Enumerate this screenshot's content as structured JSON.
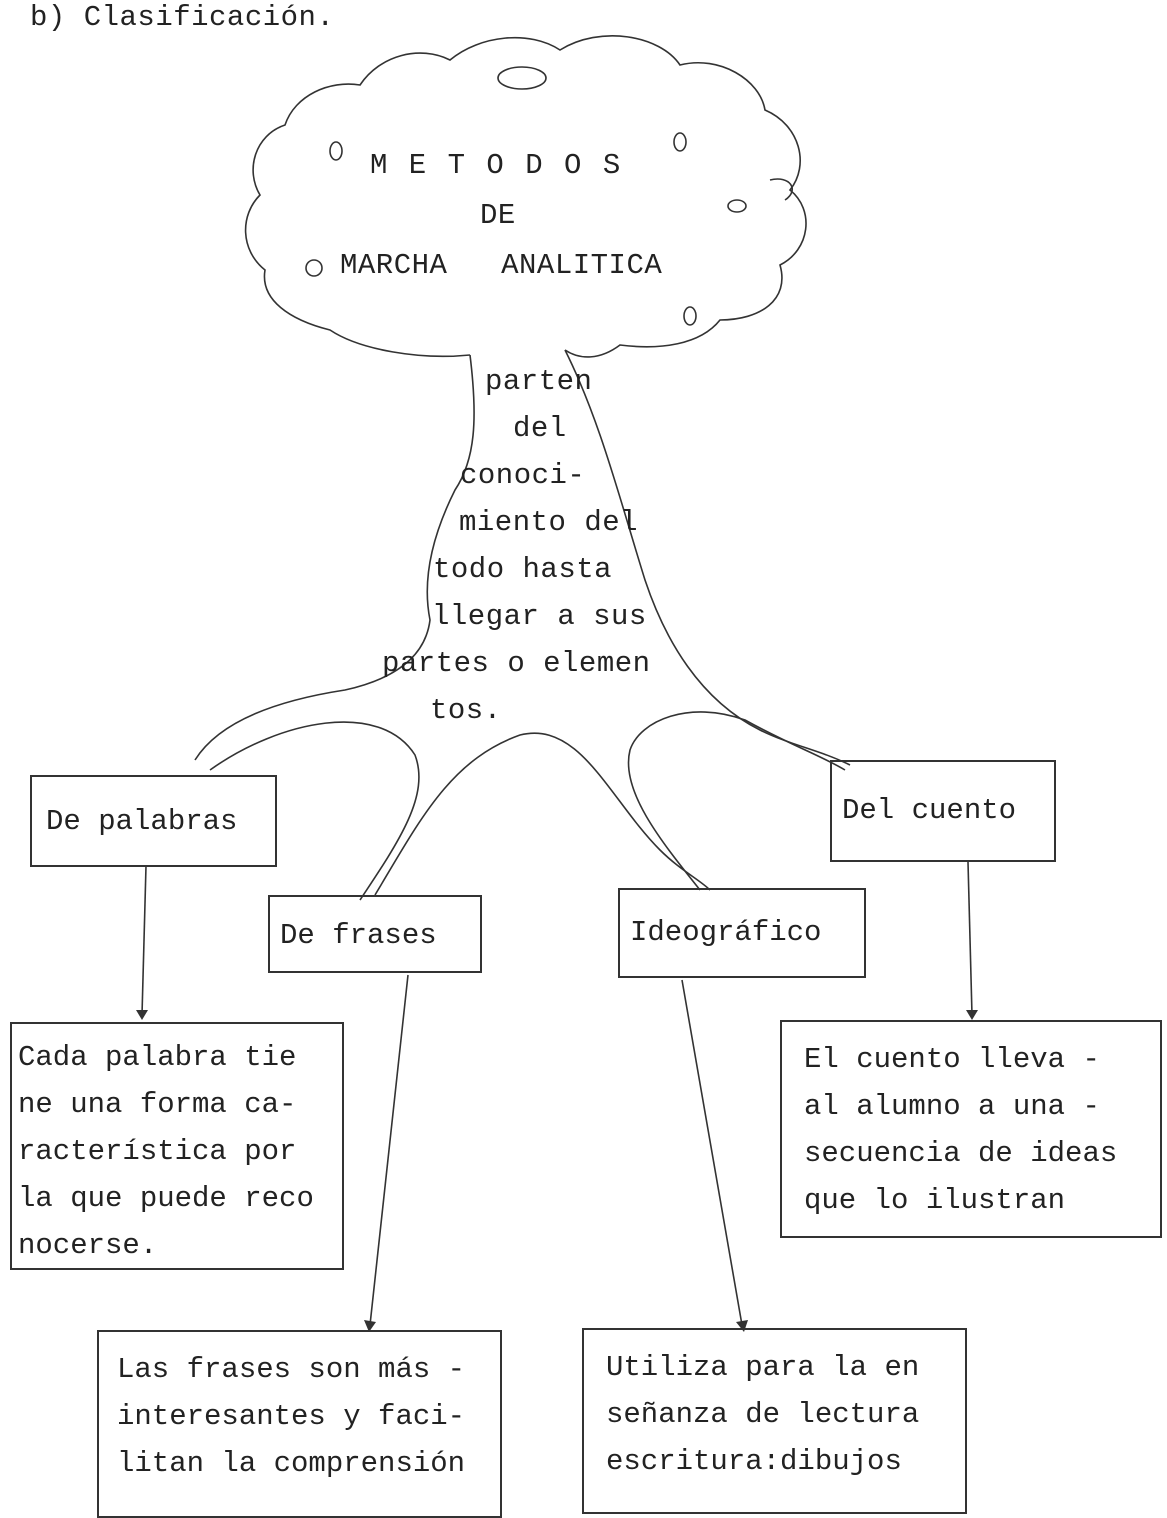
{
  "header": {
    "section": "b) Clasificación."
  },
  "root": {
    "line1": "M E T O D O S",
    "line2": "DE",
    "line3": "MARCHA   ANALITICA"
  },
  "trunk_text": [
    "parten",
    "del",
    "conoci-",
    "miento del",
    "todo hasta",
    "llegar a sus",
    "partes o elemen",
    "tos."
  ],
  "methods": {
    "palabras": "De palabras",
    "frases": "De frases",
    "ideografico": "Ideográfico",
    "cuento": "Del cuento"
  },
  "descriptions": {
    "palabras": [
      "Cada palabra tie",
      "ne una forma ca-",
      "racterística por",
      "la que puede reco",
      "nocerse."
    ],
    "cuento": [
      "El cuento lleva -",
      "al alumno a una -",
      "secuencia de ideas",
      "que lo ilustran"
    ],
    "frases": [
      "Las frases son más -",
      "interesantes y faci-",
      "litan la comprensión"
    ],
    "ideografico": [
      "Utiliza para la en",
      "señanza de lectura",
      "escritura:dibujos"
    ]
  }
}
